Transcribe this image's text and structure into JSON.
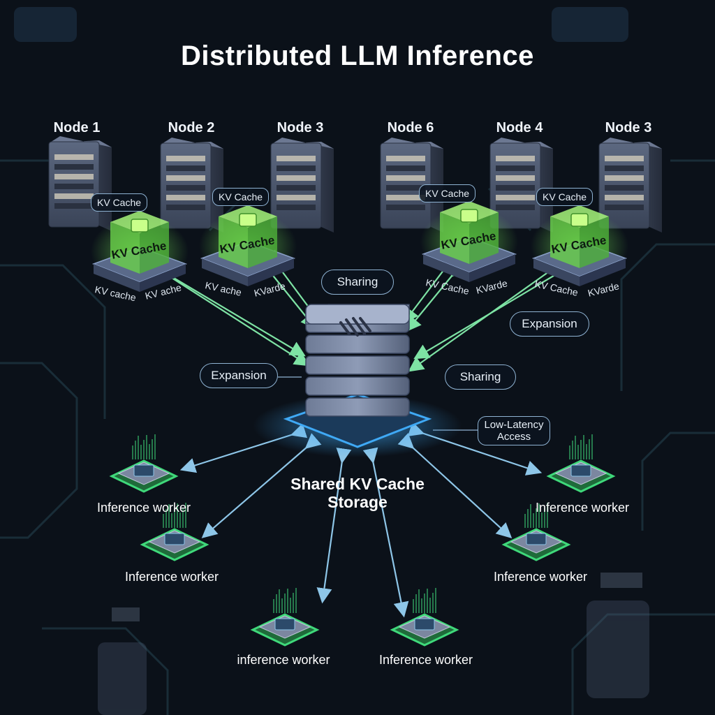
{
  "title": "Distributed LLM Inference",
  "nodes": [
    {
      "label": "Node 1"
    },
    {
      "label": "Node 2"
    },
    {
      "label": "Node 3"
    },
    {
      "label": "Node 6"
    },
    {
      "label": "Node 4"
    },
    {
      "label": "Node 3"
    }
  ],
  "kv_caches": [
    {
      "tag": "KV Cache",
      "face": "KV Cache",
      "side_left": "KV cache",
      "side_right": "KV ache"
    },
    {
      "tag": "KV Cache",
      "face": "KV Cache",
      "side_left": "KV ache",
      "side_right": "KVarde"
    },
    {
      "tag": "KV Cache",
      "face": "KV Cache",
      "side_left": "KV Cache",
      "side_right": "KVarde"
    },
    {
      "tag": "KV Cache",
      "face": "KV Cache",
      "side_left": "KV Cache",
      "side_right": "KVarde"
    }
  ],
  "callouts": {
    "sharing_top": "Sharing",
    "expansion_right": "Expansion",
    "expansion_left": "Expansion",
    "sharing_right": "Sharing",
    "low_latency": "Low-Latency Access"
  },
  "storage": {
    "label_line1": "Shared KV Cache",
    "label_line2": "Storage"
  },
  "workers": [
    {
      "label": "Inference worker"
    },
    {
      "label": "Inference worker"
    },
    {
      "label": "inference worker"
    },
    {
      "label": "Inference worker"
    },
    {
      "label": "Inference worker"
    },
    {
      "label": "Inference worker"
    }
  ],
  "colors": {
    "background": "#0b1119",
    "server": "#4a566e",
    "cache_green": "#7cf05a",
    "arrow_green": "#7ee3a4",
    "arrow_blue": "#8ec6e8",
    "storage_glow": "#3fa9f5",
    "worker_glow": "#3fd87a"
  }
}
